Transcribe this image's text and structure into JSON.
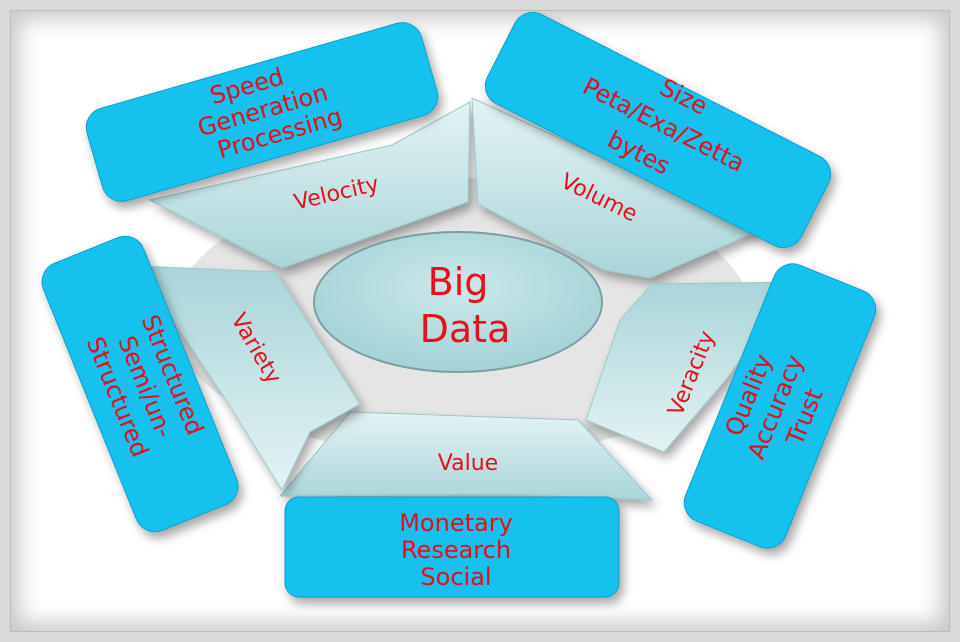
{
  "center": {
    "line1": "Big",
    "line2": "Data"
  },
  "segments": {
    "velocity": "Velocity",
    "volume": "Volume",
    "veracity": "Veracity",
    "value": "Value",
    "variety": "Variety"
  },
  "cards": {
    "velocity": [
      "Speed",
      "Generation",
      "Processing"
    ],
    "volume": [
      "Size",
      "Peta/Exa/Zetta",
      "bytes"
    ],
    "veracity": [
      "Quality",
      "Accuracy",
      "Trust"
    ],
    "value": [
      "Monetary",
      "Research",
      "Social"
    ],
    "variety": [
      "Structured",
      "Semi/un-",
      "Structured"
    ]
  },
  "colors": {
    "card_fill": "#12c1ee",
    "segment_fill": "#bfe3e6",
    "center_fill": "#b7dfe2",
    "text": "#e8101a"
  }
}
